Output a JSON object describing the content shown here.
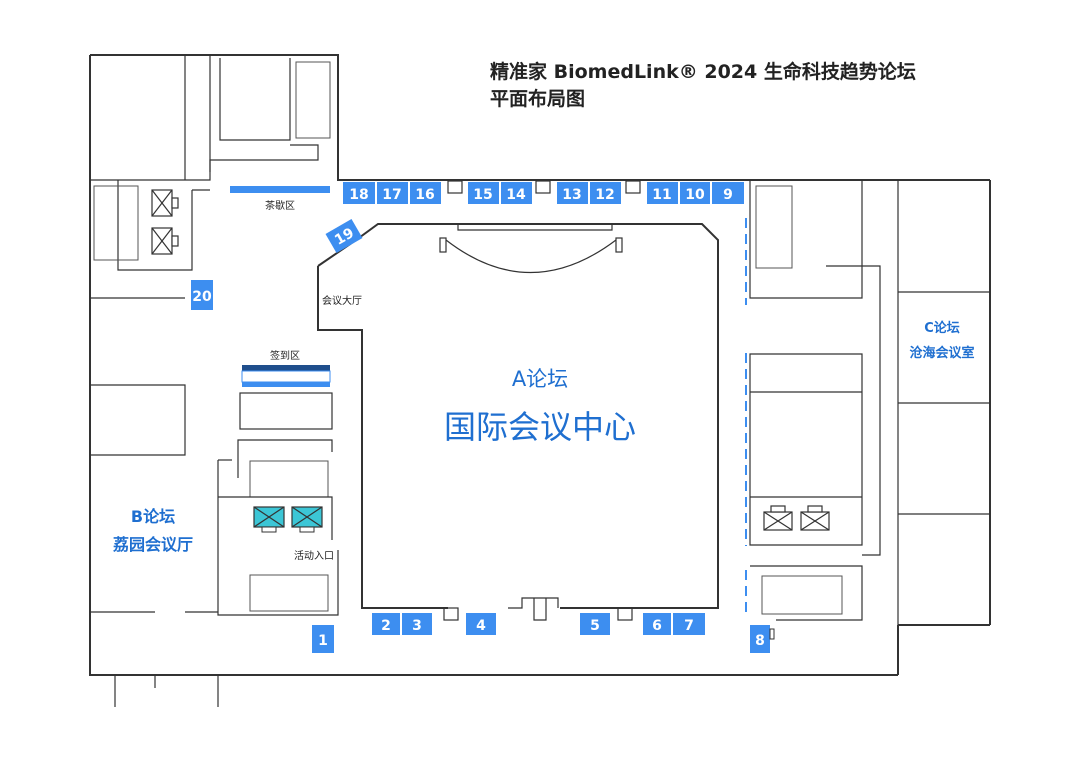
{
  "title": {
    "line1": "精准家 BiomedLink® 2024 生命科技趋势论坛",
    "line2": "平面布局图"
  },
  "halls": {
    "a_forum": "A论坛",
    "a_name": "国际会议中心",
    "b_forum": "B论坛",
    "b_name": "荔园会议厅",
    "c_forum": "C论坛",
    "c_name": "沧海会议室"
  },
  "areas": {
    "tea_break": "茶歇区",
    "registration": "签到区",
    "lobby": "会议大厅",
    "activity_entrance": "活动入口"
  },
  "booths": [
    "1",
    "2",
    "3",
    "4",
    "5",
    "6",
    "7",
    "8",
    "9",
    "10",
    "11",
    "12",
    "13",
    "14",
    "15",
    "16",
    "17",
    "18",
    "19",
    "20"
  ],
  "colors": {
    "booth": "#3D8EF0",
    "hall_text": "#1F6FD0",
    "elevator_fill": "#3CC6D6",
    "walls": "#333333"
  }
}
